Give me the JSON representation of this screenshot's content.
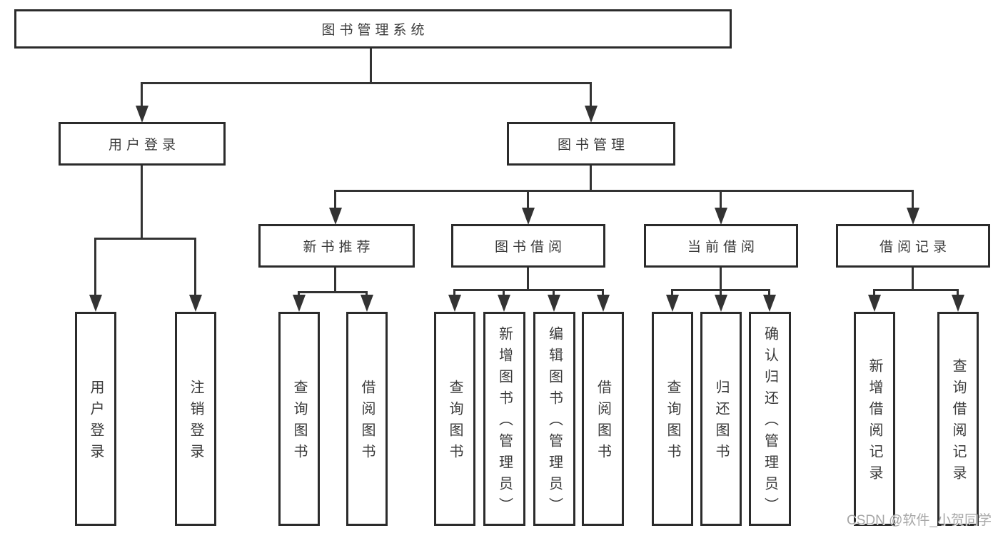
{
  "colors": {
    "background": "#ffffff",
    "box_border": "#2b2b2b",
    "connector_line": "#333333",
    "text": "#3a3a3a",
    "watermark": "#a2a2a2"
  },
  "watermark": "CSDN @软件_小贺同学",
  "tree": {
    "root": "图书管理系统",
    "login": {
      "label": "用户登录",
      "children": [
        "用户登录",
        "注销登录"
      ]
    },
    "mgmt": {
      "label": "图书管理"
    },
    "recommend": {
      "label": "新书推荐",
      "children": [
        "查询图书",
        "借阅图书"
      ]
    },
    "borrow": {
      "label": "图书借阅",
      "children": [
        "查询图书",
        "新增图书（管理员）",
        "编辑图书（管理员）",
        "借阅图书"
      ]
    },
    "current": {
      "label": "当前借阅",
      "children": [
        "查询图书",
        "归还图书",
        "确认归还（管理员）"
      ]
    },
    "records": {
      "label": "借阅记录",
      "children": [
        "新增借阅记录",
        "查询借阅记录"
      ]
    }
  }
}
